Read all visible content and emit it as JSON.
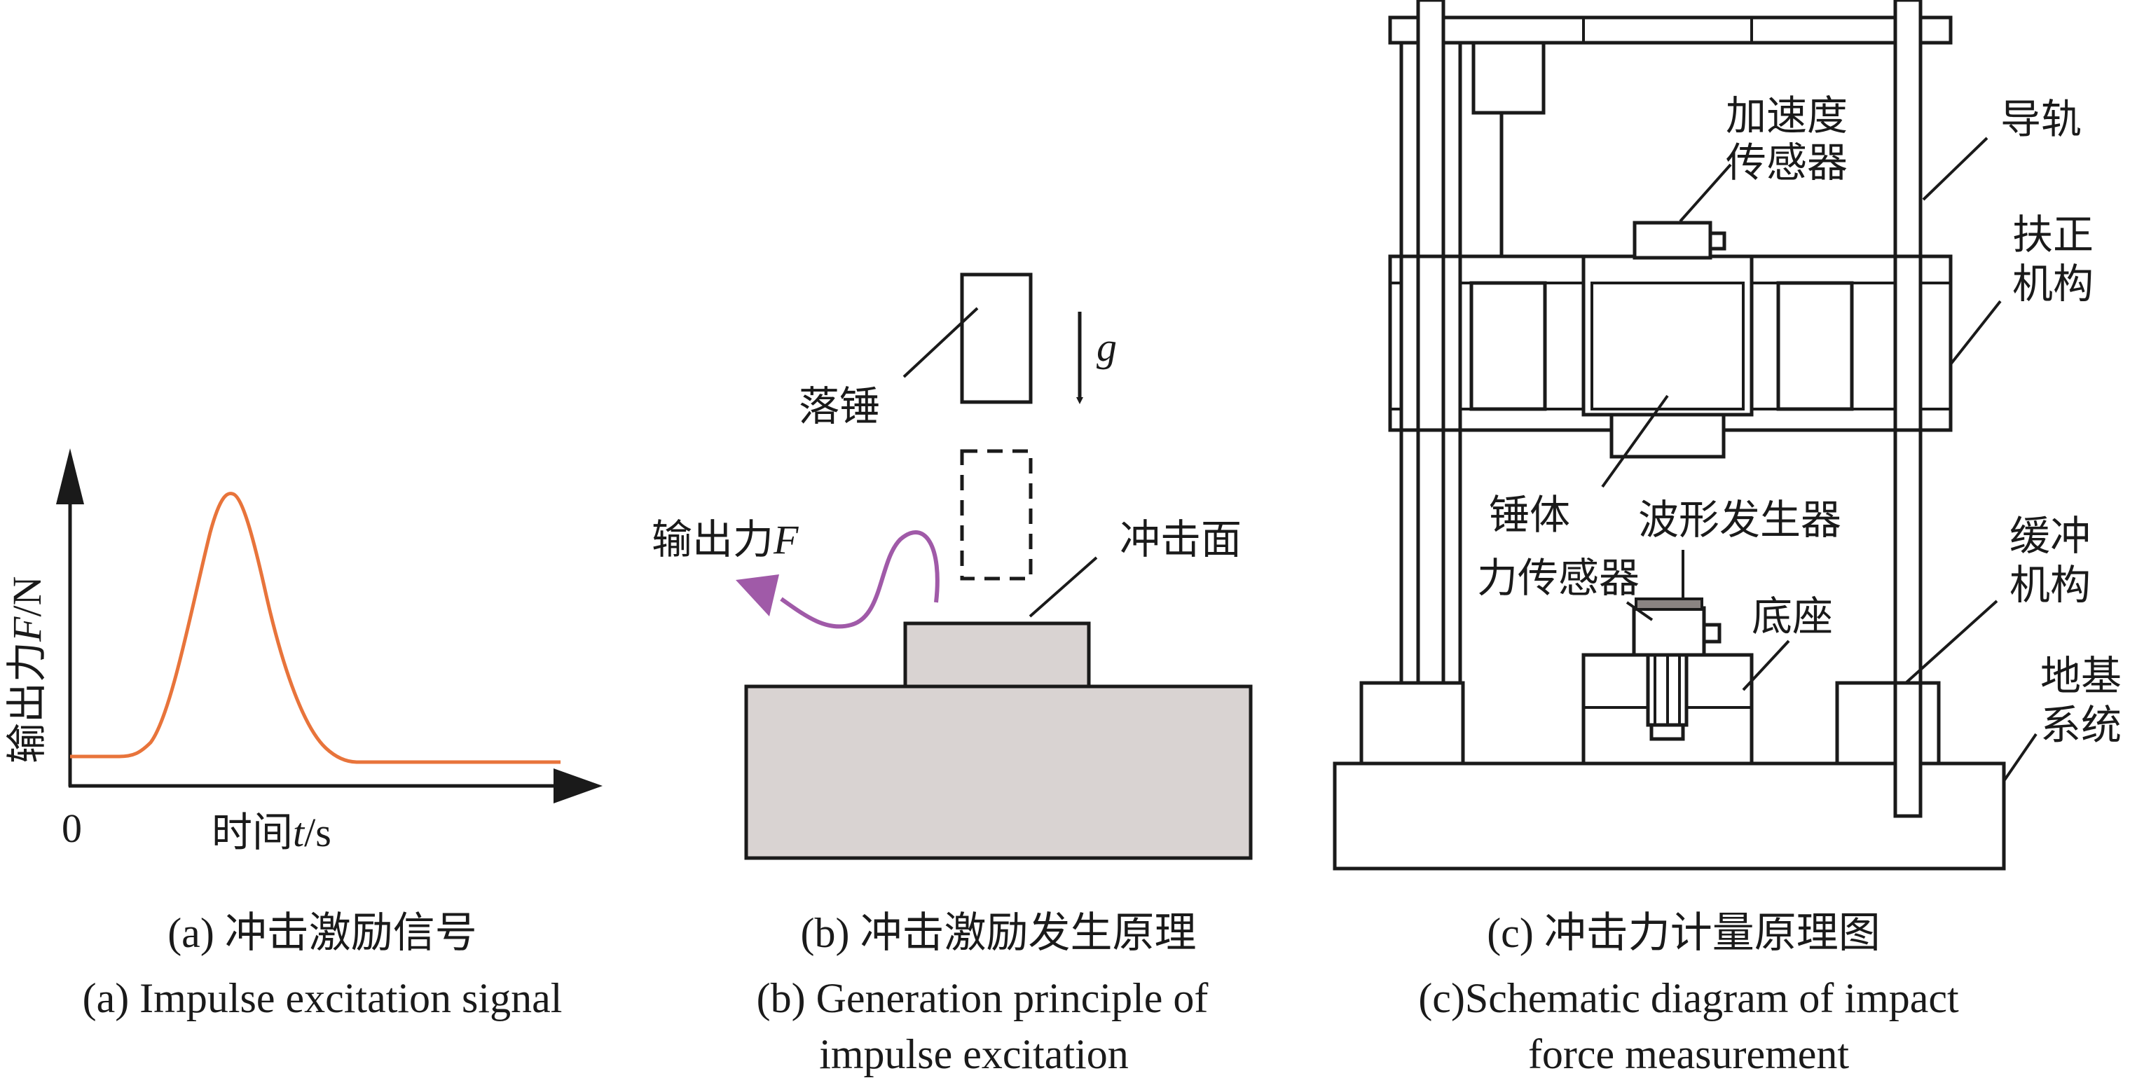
{
  "panel_a": {
    "y_label": "输出力",
    "y_var": "F",
    "y_unit": "/N",
    "x_label": "时间",
    "x_var": "t",
    "x_unit": "/s",
    "origin": "0",
    "caption_cn": "(a) 冲击激励信号",
    "caption_en": "(a) Impulse excitation signal"
  },
  "panel_b": {
    "hammer_label": "落锤",
    "gravity_label": "g",
    "force_label": "输出力",
    "force_var": "F",
    "impact_face_label": "冲击面",
    "caption_cn": "(b) 冲击激励发生原理",
    "caption_en_line1": "(b) Generation principle of",
    "caption_en_line2": "impulse excitation"
  },
  "panel_c": {
    "accel_sensor_line1": "加速度",
    "accel_sensor_line2": "传感器",
    "guide_rail": "导轨",
    "righting_line1": "扶正",
    "righting_line2": "机构",
    "hammer_body": "锤体",
    "waveform_gen": "波形发生器",
    "force_sensor": "力传感器",
    "base": "底座",
    "buffer_line1": "缓冲",
    "buffer_line2": "机构",
    "foundation_line1": "地基",
    "foundation_line2": "系统",
    "caption_cn": "(c) 冲击力计量原理图",
    "caption_en_line1": "(c)Schematic diagram of impact",
    "caption_en_line2": "force measurement"
  },
  "colors": {
    "signal_curve": "#e8743b",
    "force_arrow": "#a05aa8",
    "block_fill": "#d9d3d2",
    "ink": "#1a1a1a"
  }
}
